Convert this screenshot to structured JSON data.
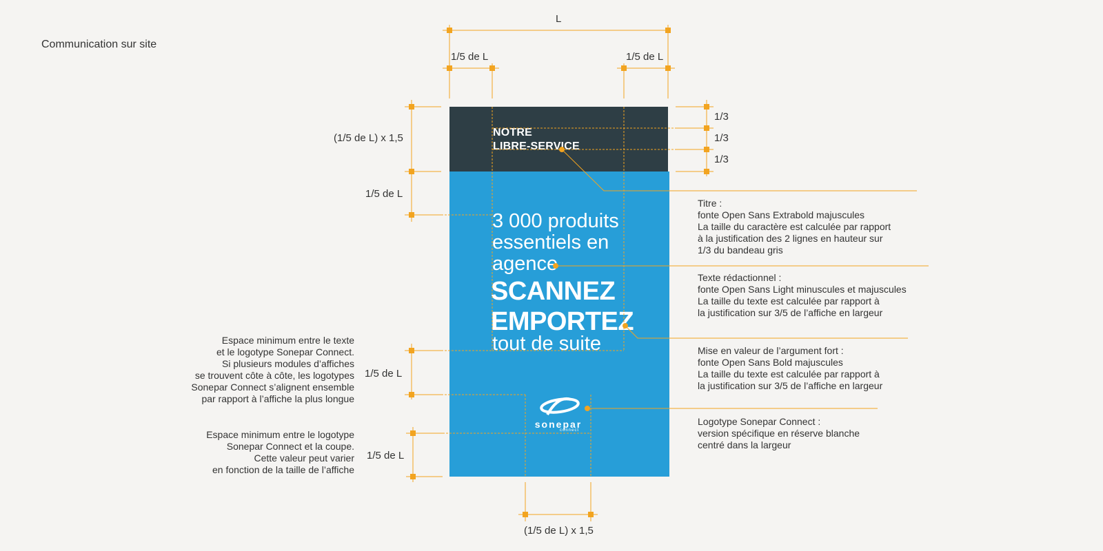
{
  "page_title": "Communication sur site",
  "dimensions": {
    "width_total": "L",
    "fifth_left": "1/5 de L",
    "fifth_right": "1/5 de L",
    "band_height": "(1/5 de L) x 1,5",
    "gap_band_text": "1/5 de L",
    "third_1": "1/3",
    "third_2": "1/3",
    "third_3": "1/3",
    "gap_text_logo": "1/5 de L",
    "gap_logo_cut": "1/5 de L",
    "logo_width": "(1/5 de L) x 1,5"
  },
  "poster": {
    "title_line1": "NOTRE",
    "title_line2": "LIBRE-SERVICE",
    "body_line1": "3 000 produits",
    "body_line2": "essentiels en",
    "body_line3": "agence",
    "strong_line1": "SCANNEZ",
    "strong_line2": "EMPORTEZ",
    "tail_line": "tout de suite",
    "logo_word": "sonepar",
    "logo_sub": "connect"
  },
  "notes": {
    "titre": "Titre :\nfonte Open Sans Extrabold majuscules\nLa taille du caractère est calculée par rapport\nà la justification des 2 lignes en hauteur sur\n1/3 du bandeau gris",
    "texte": "Texte rédactionnel :\nfonte Open Sans Light minuscules et majuscules\nLa taille du texte est calculée par rapport à\nla justification sur 3/5 de l’affiche en largeur",
    "argument": "Mise en valeur de l’argument fort :\nfonte Open Sans Bold majuscules\nLa taille du texte est calculée par rapport à\nla justification sur 3/5 de l’affiche  en largeur",
    "logotype": "Logotype Sonepar Connect :\nversion spécifique en réserve blanche\ncentré dans la largeur",
    "espace_texte_logo": "Espace minimum entre le texte\net le logotype Sonepar Connect.\nSi plusieurs modules d’affiches\nse trouvent côte à côte, les logotypes\nSonepar Connect s’alignent ensemble\npar rapport à l’affiche la plus longue",
    "espace_logo_coupe": "Espace minimum entre le logotype\nSonepar Connect et la coupe.\nCette valeur peut varier\nen fonction de la taille de l’affiche"
  },
  "colors": {
    "guide": "#f2a420",
    "poster_dark": "#2e3e45",
    "poster_blue": "#279ed8",
    "background": "#f5f4f2"
  }
}
